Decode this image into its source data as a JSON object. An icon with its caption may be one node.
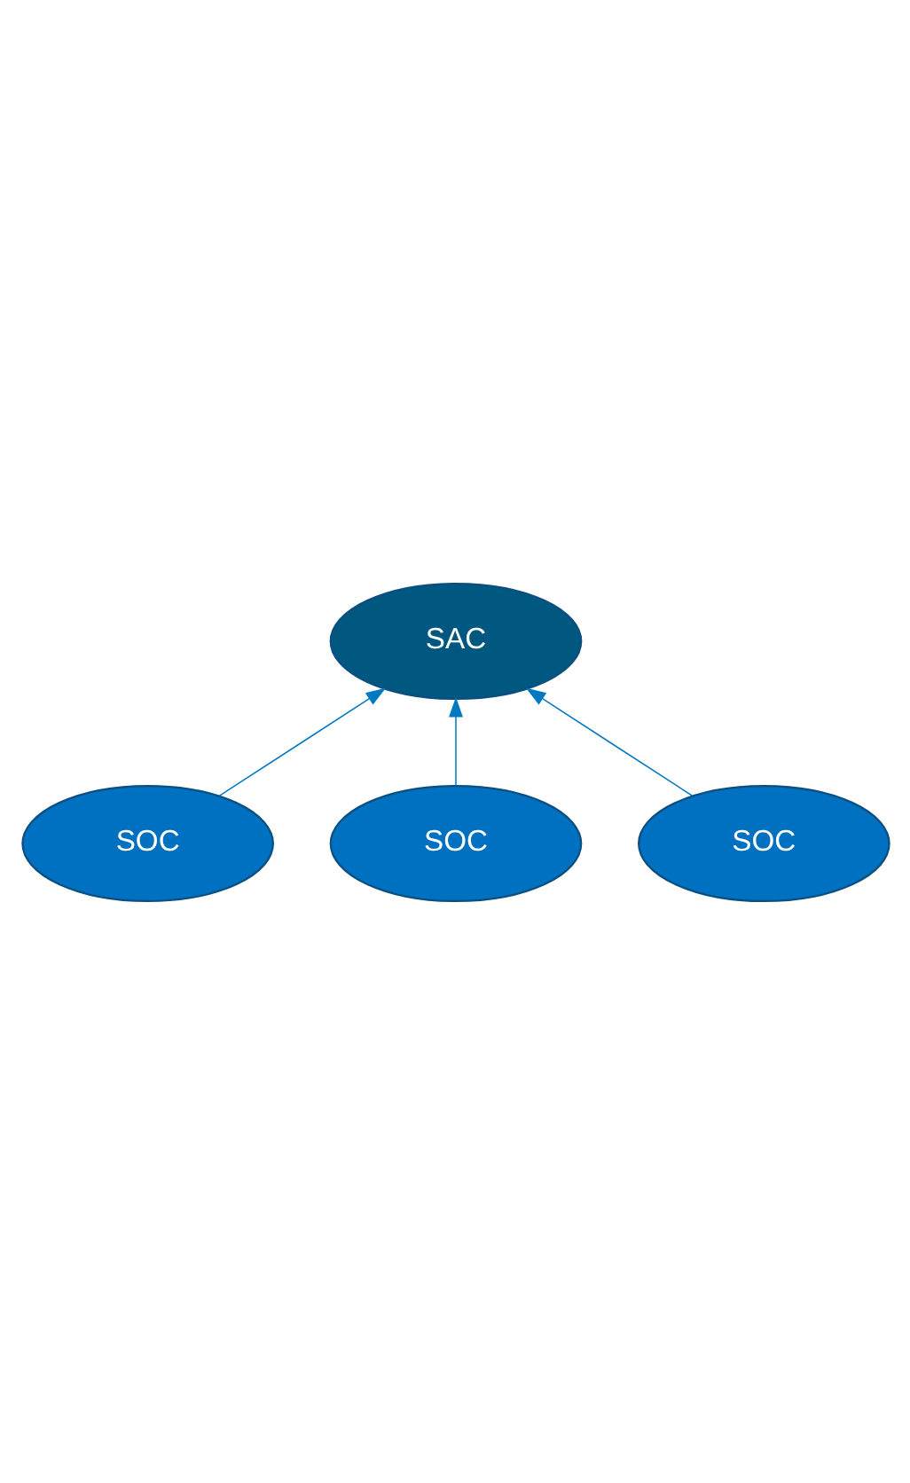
{
  "diagram": {
    "nodes": [
      {
        "text": [
          "SOC"
        ]
      },
      {
        "text": [
          "SAC"
        ]
      },
      {
        "text": [
          "SOC"
        ]
      },
      {
        "text": [
          "SOC"
        ]
      }
    ],
    "edges": [
      {
        "from": 0,
        "to": 1,
        "arrow": "to"
      },
      {
        "from": 2,
        "to": 1,
        "arrow": "to"
      },
      {
        "from": 3,
        "to": 1,
        "arrow": "to"
      }
    ]
  }
}
